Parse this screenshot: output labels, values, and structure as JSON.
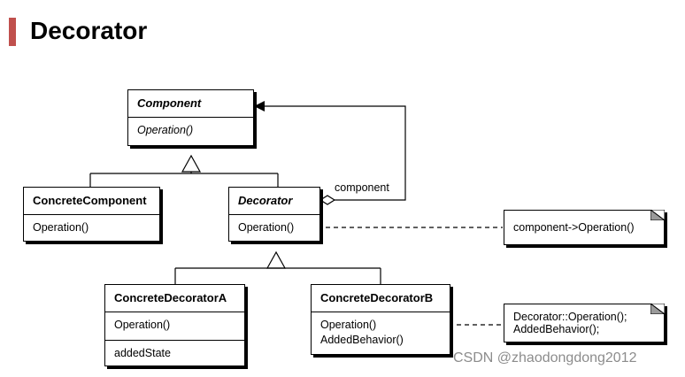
{
  "title": "Decorator",
  "diagram": {
    "component": {
      "name": "Component",
      "operations": [
        "Operation()"
      ]
    },
    "concrete_component": {
      "name": "ConcreteComponent",
      "operations": [
        "Operation()"
      ]
    },
    "decorator": {
      "name": "Decorator",
      "operations": [
        "Operation()"
      ]
    },
    "concrete_decorator_a": {
      "name": "ConcreteDecoratorA",
      "operations": [
        "Operation()"
      ],
      "attributes": [
        "addedState"
      ]
    },
    "concrete_decorator_b": {
      "name": "ConcreteDecoratorB",
      "operations": [
        "Operation()",
        "AddedBehavior()"
      ]
    },
    "association_label": "component",
    "note_decorator": "component->Operation()",
    "note_decorator_b": [
      "Decorator::Operation();",
      "AddedBehavior();"
    ]
  },
  "watermark": "CSDN @zhaodongdong2012"
}
